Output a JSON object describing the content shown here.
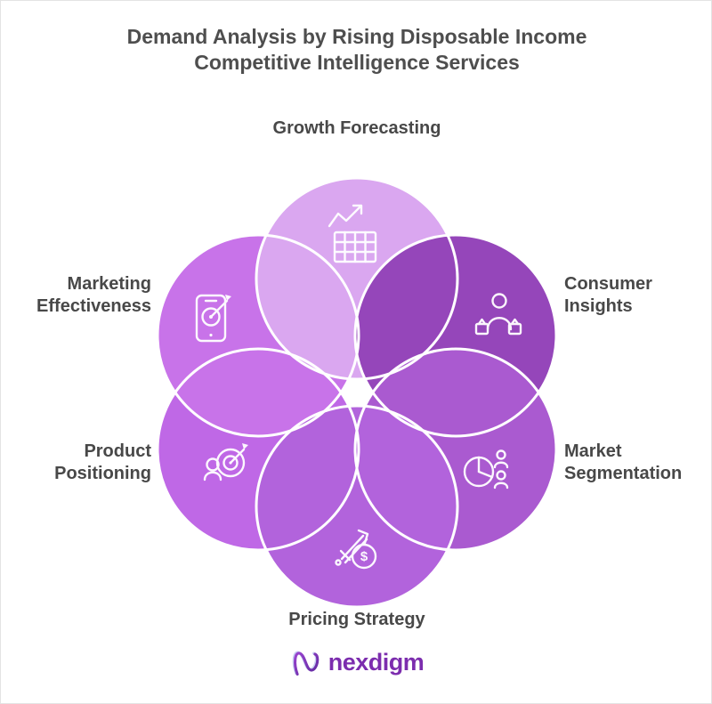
{
  "title": {
    "line1": "Demand Analysis by Rising Disposable Income",
    "line2": "Competitive Intelligence Services"
  },
  "diagram": {
    "type": "6-circle overlapping flower venn",
    "circle_stroke_color": "#ffffff",
    "center_background": "#ffffff"
  },
  "segments": [
    {
      "id": "growth-forecasting",
      "label": "Growth Forecasting",
      "position": "top",
      "color": "#daa7f0",
      "icon": "table-with-rising-arrow"
    },
    {
      "id": "consumer-insights",
      "label": "Consumer Insights",
      "position": "upper-right",
      "color": "#9546ba",
      "icon": "person-with-shopping-bags"
    },
    {
      "id": "market-segmentation",
      "label": "Market Segmentation",
      "position": "lower-right",
      "color": "#aa5ad0",
      "icon": "pie-chart-with-people"
    },
    {
      "id": "pricing-strategy",
      "label": "Pricing Strategy",
      "position": "bottom",
      "color": "#b263dc",
      "icon": "sword-with-dollar-coin",
      "icon_symbol": "$"
    },
    {
      "id": "product-positioning",
      "label": "Product Positioning",
      "position": "lower-left",
      "color": "#bf68e6",
      "icon": "person-with-dartboard"
    },
    {
      "id": "marketing-effectiveness",
      "label": "Marketing Effectiveness",
      "position": "upper-left",
      "color": "#c873e9",
      "icon": "phone-with-target-dart"
    }
  ],
  "logo": {
    "text": "nexdigm",
    "text_color": "#7c2dae",
    "mark": "wavy-n-monogram"
  }
}
